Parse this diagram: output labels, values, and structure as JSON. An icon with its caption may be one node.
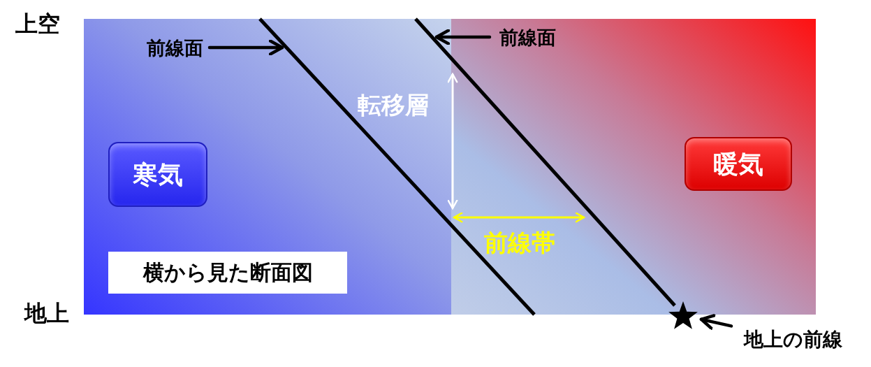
{
  "diagram": {
    "nodes": [
      {
        "text": [
          "前線面"
        ]
      },
      {
        "text": [
          "前線面"
        ]
      },
      {
        "text": [
          "寒気"
        ]
      },
      {
        "text": [
          "暖気"
        ]
      },
      {
        "text": [
          "横から見た断面図"
        ]
      },
      {
        "text": [],
        "shape": "star"
      },
      {
        "text": [
          "地上の前線"
        ]
      }
    ],
    "edges": [
      {
        "from": 0,
        "to": null,
        "arrow": "to"
      },
      {
        "from": 1,
        "to": null,
        "arrow": "to"
      },
      {
        "from": 6,
        "to": 5,
        "arrow": "to"
      }
    ],
    "labels": [
      "上空",
      "転移層",
      "前線帯",
      "地上"
    ]
  }
}
